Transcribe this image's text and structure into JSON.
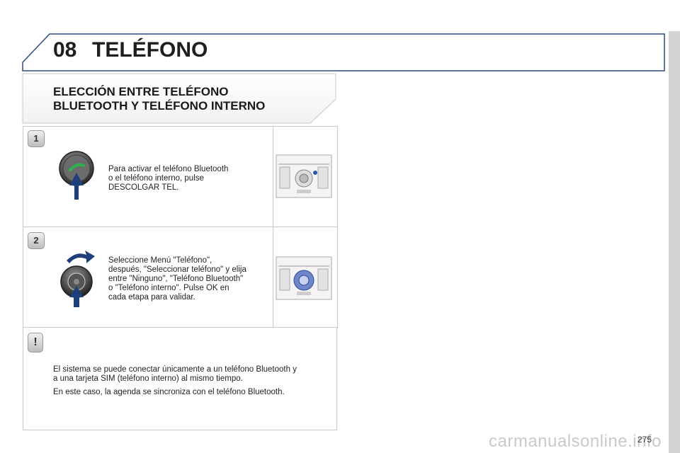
{
  "header": {
    "chapter_number": "08",
    "chapter_title": "TELÉFONO"
  },
  "section": {
    "title_line1": "ELECCIÓN ENTRE TELÉFONO",
    "title_line2": "BLUETOOTH Y TELÉFONO INTERNO"
  },
  "steps": [
    {
      "badge": "1",
      "text": [
        "Para activar el teléfono Bluetooth",
        "o el teléfono interno, pulse",
        "DESCOLGAR TEL."
      ],
      "icon": "phone-pickup-button-icon"
    },
    {
      "badge": "2",
      "text": [
        "Seleccione Menú \"Teléfono\",",
        "después, \"Seleccionar teléfono\" y elija",
        "entre \"Ninguno\", \"Teléfono Bluetooth\"",
        "o \"Teléfono interno\". Pulse OK en",
        "cada etapa para validar."
      ],
      "icon": "rotary-knob-icon"
    }
  ],
  "note": {
    "badge": "!",
    "lines": [
      "El sistema se puede conectar únicamente a un teléfono Bluetooth y",
      "a una tarjeta SIM (teléfono interno) al mismo tiempo.",
      "En este caso, la agenda se sincroniza con el teléfono Bluetooth."
    ]
  },
  "page_number": "275",
  "watermark": "carmanualsonline.info",
  "colors": {
    "accent_blue": "#1f3f7a",
    "frame_blue": "#2a4a7f"
  }
}
